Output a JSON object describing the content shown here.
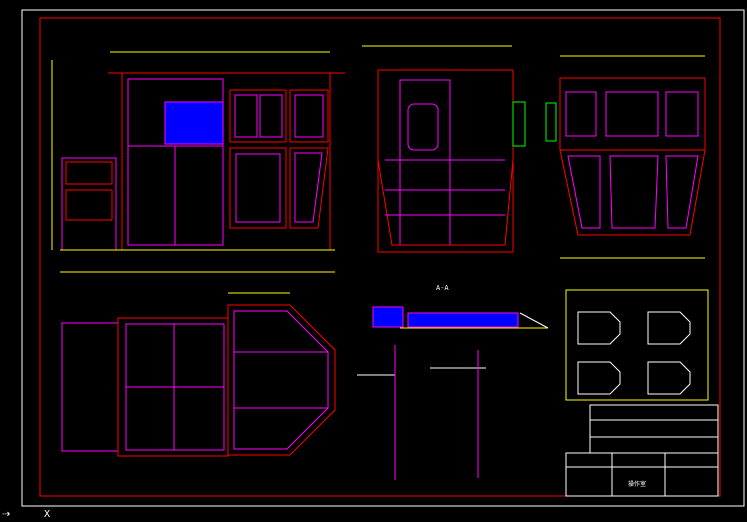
{
  "drawing": {
    "section_label": "A-A",
    "title_block_name": "操作室",
    "ucs_arrow": "⇢",
    "ucs_x": "X"
  },
  "colors": {
    "frame": "#ff0000",
    "part": "#ff00ff",
    "dim": "#ffff00",
    "glass": "#00ffff",
    "fill": "#0000ff",
    "line": "#ffffff",
    "green": "#00ff00"
  }
}
